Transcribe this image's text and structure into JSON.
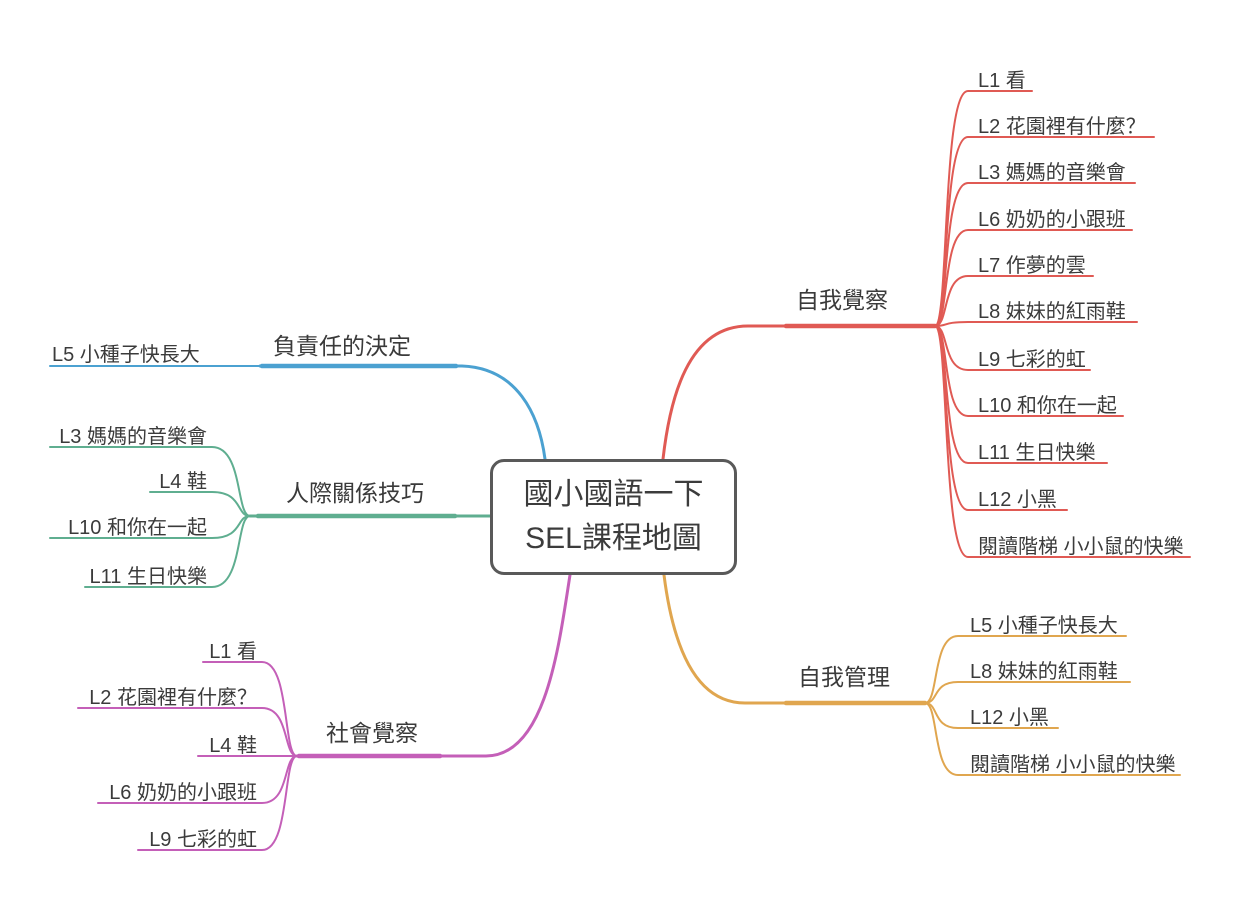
{
  "title": {
    "line1": "國小國語一下",
    "line2": "SEL課程地圖"
  },
  "branches": [
    {
      "id": "self-awareness",
      "label": "自我覺察",
      "color": "#e05a54",
      "children": [
        "L1 看",
        "L2 花園裡有什麼？",
        "L3 媽媽的音樂會",
        "L6 奶奶的小跟班",
        "L7 作夢的雲",
        "L8 妹妹的紅雨鞋",
        "L9 七彩的虹",
        "L10 和你在一起",
        "L11 生日快樂",
        "L12 小黑",
        "閱讀階梯 小小鼠的快樂"
      ]
    },
    {
      "id": "self-management",
      "label": "自我管理",
      "color": "#e0a64f",
      "children": [
        "L5 小種子快長大",
        "L8 妹妹的紅雨鞋",
        "L12 小黑",
        "閱讀階梯 小小鼠的快樂"
      ]
    },
    {
      "id": "responsible-decision-making",
      "label": "負責任的決定",
      "color": "#4ba1d1",
      "children": [
        "L5 小種子快長大"
      ]
    },
    {
      "id": "relationship-skills",
      "label": "人際關係技巧",
      "color": "#5fae90",
      "children": [
        "L3 媽媽的音樂會",
        "L4 鞋",
        "L10 和你在一起",
        "L11 生日快樂"
      ]
    },
    {
      "id": "social-awareness",
      "label": "社會覺察",
      "color": "#c45fb8",
      "children": [
        "L1 看",
        "L2 花園裡有什麼？",
        "L4 鞋",
        "L6 奶奶的小跟班",
        "L9 七彩的虹"
      ]
    }
  ]
}
